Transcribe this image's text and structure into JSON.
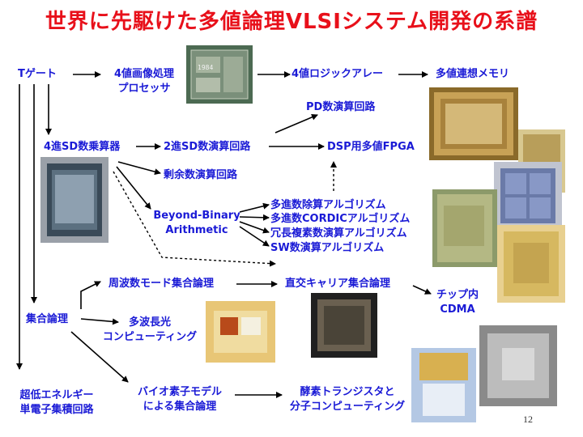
{
  "title": "世界に先駆けた多値論理VLSIシステム開発の系譜",
  "nodes": {
    "t_gate": "Tゲート",
    "processor_1": "4値画像処理",
    "processor_2": "プロセッサ",
    "logic_array": "4値ロジックアレー",
    "assoc_memory": "多値連想メモリ",
    "pd_circuit": "PD数演算回路",
    "sd_multiplier": "4進SD数乗算器",
    "binary_sd": "2進SD数演算回路",
    "dsp_fpga": "DSP用多値FPGA",
    "residue": "剰余数演算回路",
    "beyond_1": "Beyond-Binary",
    "beyond_2": "Arithmetic",
    "algo_div": "多進数除算アルゴリズム",
    "algo_cordic": "多進数CORDICアルゴリズム",
    "algo_redundant": "冗長複素数演算アルゴリズム",
    "algo_sw": "SW数演算アルゴリズム",
    "freq_mode": "周波数モード集合論理",
    "orth_carrier": "直交キャリア集合論理",
    "cdma_1": "チップ内",
    "cdma_2": "CDMA",
    "set_logic": "集合論理",
    "multiwave_1": "多波長光",
    "multiwave_2": "コンピューティング",
    "low_energy_1": "超低エネルギー",
    "low_energy_2": "単電子集積回路",
    "bio_1": "バイオ素子モデル",
    "bio_2": "による集合論理",
    "enzyme_1": "酵素トランジスタと",
    "enzyme_2": "分子コンピューティング"
  },
  "chip_label": "1984",
  "page_number": "12",
  "colors": {
    "title": "#e8101a",
    "node_text": "#1a1ad6",
    "arrow": "#000000"
  }
}
